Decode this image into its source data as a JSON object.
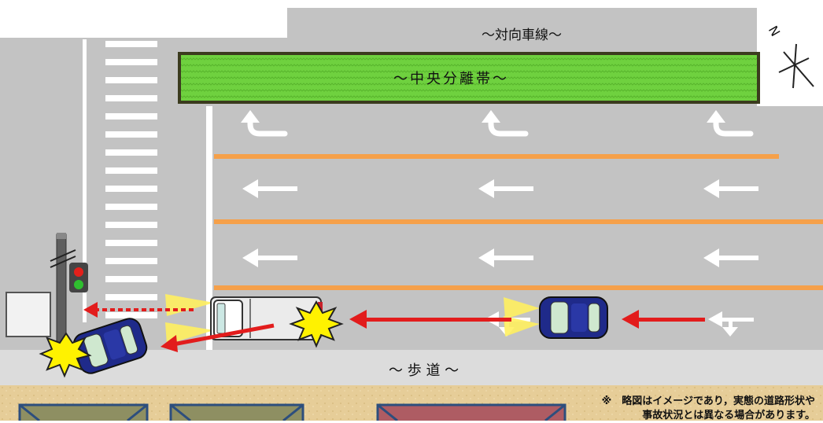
{
  "title": "事故状況略図 】",
  "labels": {
    "oncoming_lane": "～対向車線～",
    "median": "～中央分離帯～",
    "sidewalk": "～ 歩 道 ～",
    "north": "N"
  },
  "note": {
    "line1": "※　略図はイメージであり，実態の道路形状や",
    "line2": "事故状況とは異なる場合があります。"
  },
  "colors": {
    "road": "#c3c3c3",
    "median": "#66cc33",
    "lane_line": "#f5a04a",
    "crash_arrow": "#e21c1c",
    "building_tan": "#e3c992",
    "car_blue": "#1f2a8a"
  }
}
